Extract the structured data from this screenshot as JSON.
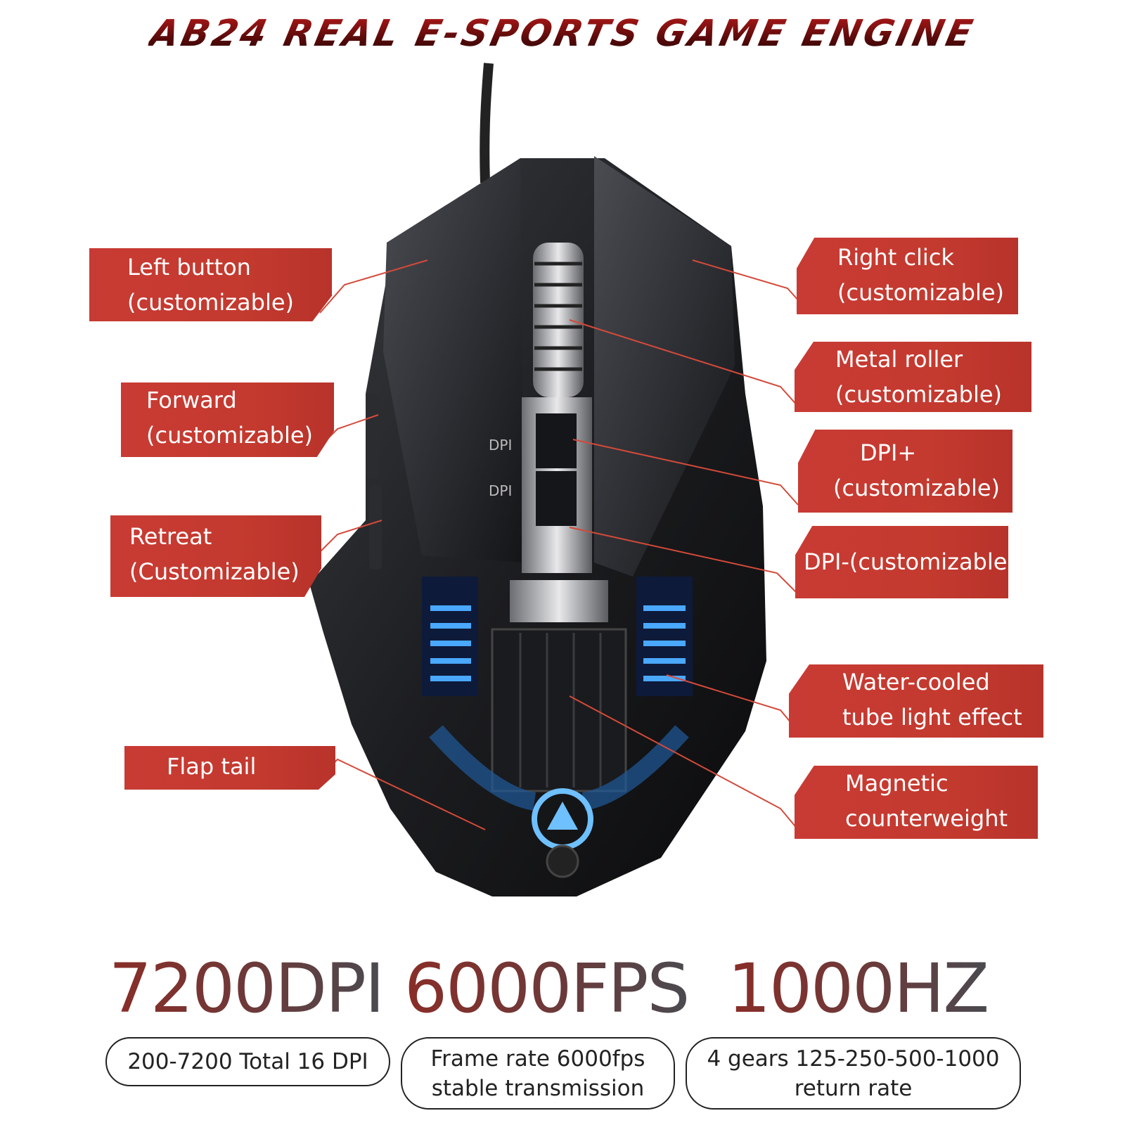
{
  "title": "AB24 REAL E-SPORTS GAME ENGINE",
  "mouse_markings": {
    "dpi_up": "DPI",
    "dpi_down": "DPI"
  },
  "labels": {
    "left_button": [
      "Left button",
      "(customizable)"
    ],
    "forward": [
      "Forward",
      "(customizable)"
    ],
    "retreat": [
      "Retreat",
      "(Customizable)"
    ],
    "flap_tail": [
      "Flap tail"
    ],
    "right_click": [
      "Right click",
      "(customizable)"
    ],
    "metal_roller": [
      "Metal roller",
      "(customizable)"
    ],
    "dpi_plus": [
      "DPI+",
      "(customizable)"
    ],
    "dpi_minus": [
      "DPI-(customizable)"
    ],
    "water_cooled": [
      "Water-cooled",
      "tube light effect"
    ],
    "magnetic": [
      "Magnetic",
      "counterweight"
    ]
  },
  "specs": [
    {
      "value": "7200DPI",
      "desc": [
        "200-7200 Total 16 DPI"
      ]
    },
    {
      "value": "6000FPS",
      "desc": [
        "Frame rate 6000fps",
        "stable transmission"
      ]
    },
    {
      "value": "1000HZ",
      "desc": [
        "4 gears 125-250-500-1000",
        "return rate"
      ]
    }
  ],
  "colors": {
    "label_bg": "#c43a2f",
    "title": "#6a0d0d",
    "glow": "#2f7fff"
  }
}
